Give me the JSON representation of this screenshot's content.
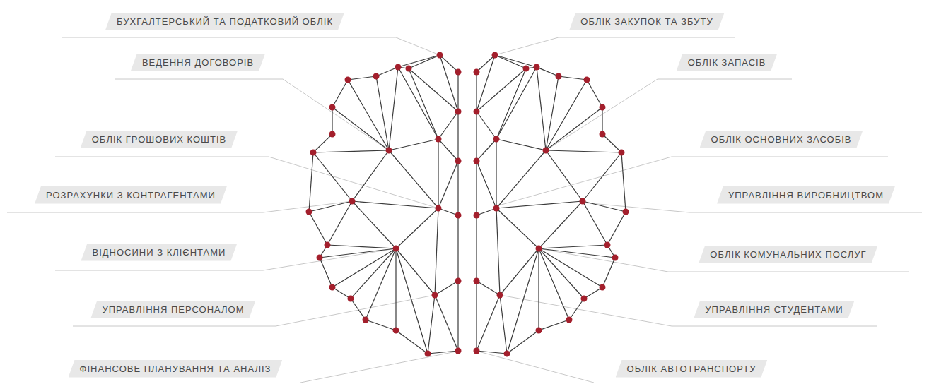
{
  "diagram": {
    "nodes": [
      {
        "text": [
          "БУХГАЛТЕРСЬКИЙ ТА ПОДАТКОВИЙ ОБЛІК"
        ]
      },
      {
        "text": [
          "ОБЛІК ЗАКУПОК ТА ЗБУТУ"
        ]
      },
      {
        "text": [
          "ВЕДЕННЯ ДОГОВОРІВ"
        ]
      },
      {
        "text": [
          "ОБЛІК ЗАПАСІВ"
        ]
      },
      {
        "text": [
          "ОБЛІК ГРОШОВИХ КОШТІВ"
        ]
      },
      {
        "text": [
          "ОБЛІК ОСНОВНИХ ЗАСОБІВ"
        ]
      },
      {
        "text": [
          "РОЗРАХУНКИ З КОНТРАГЕНТАМИ"
        ]
      },
      {
        "text": [
          "УПРАВЛІННЯ ВИРОБНИЦТВОМ"
        ]
      },
      {
        "text": [
          "ВІДНОСИНИ З КЛІЄНТАМИ"
        ]
      },
      {
        "text": [
          "ОБЛІК КОМУНАЛЬНИХ ПОСЛУГ"
        ]
      },
      {
        "text": [
          "УПРАВЛІННЯ ПЕРСОНАЛОМ"
        ]
      },
      {
        "text": [
          "УПРАВЛІННЯ СТУДЕНТАМИ"
        ]
      },
      {
        "text": [
          "ФІНАНСОВЕ ПЛАНУВАННЯ ТА АНАЛІЗ"
        ]
      },
      {
        "text": [
          "ОБЛІК АВТОТРАНСПОРТУ"
        ]
      }
    ]
  }
}
